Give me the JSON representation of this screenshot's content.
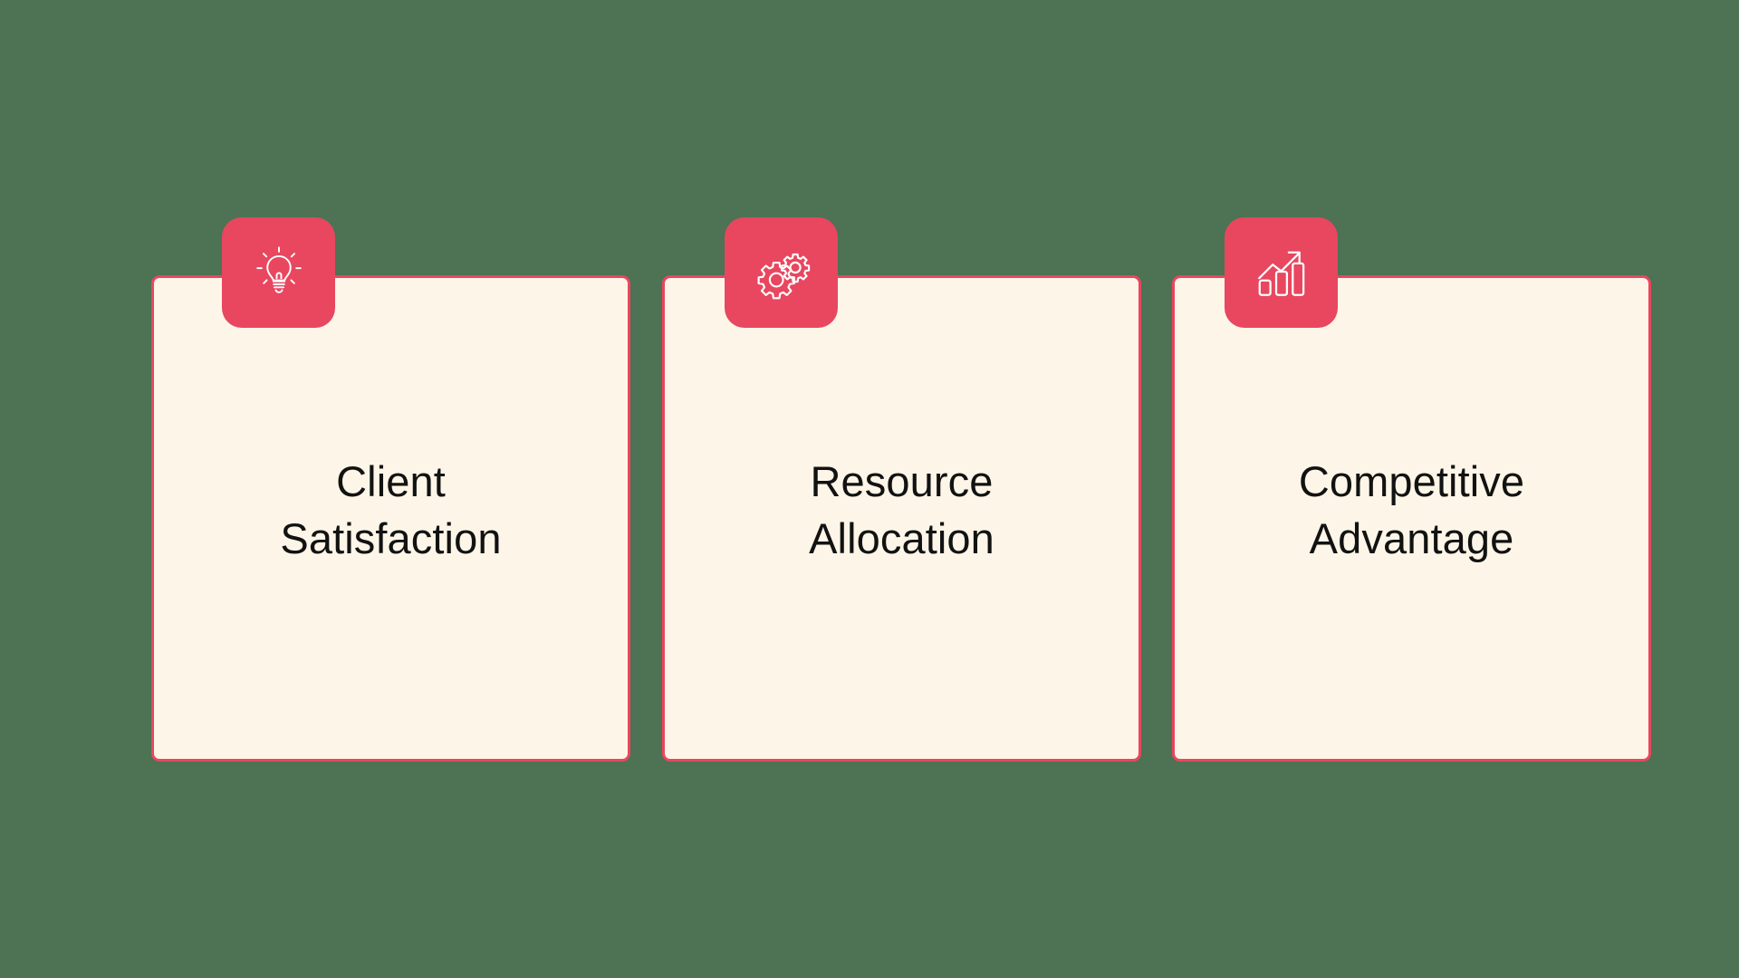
{
  "theme": {
    "background_color": "#4d7254",
    "card_fill_color": "#fdf6e8",
    "accent_color": "#e8475f",
    "text_color": "#121212",
    "icon_color": "#ffffff"
  },
  "cards": [
    {
      "id": "client-satisfaction",
      "title": "Client\nSatisfaction",
      "icon": "lightbulb-icon"
    },
    {
      "id": "resource-allocation",
      "title": "Resource\nAllocation",
      "icon": "gears-icon"
    },
    {
      "id": "competitive-advantage",
      "title": "Competitive\nAdvantage",
      "icon": "bar-chart-growth-icon"
    }
  ]
}
